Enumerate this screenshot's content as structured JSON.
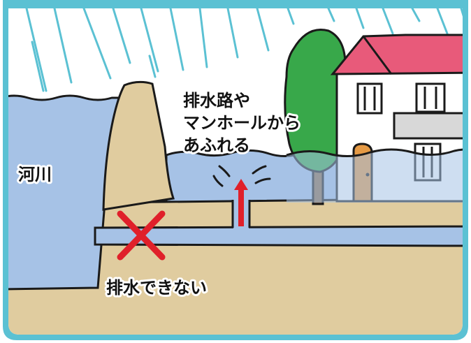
{
  "labels": {
    "river": "河川",
    "overflow_line1": "排水路や",
    "overflow_line2": "マンホールから",
    "overflow_line3": "あふれる",
    "cannot_drain": "排水できない"
  },
  "colors": {
    "frame": "#5bc1d3",
    "water": "#a6c2e6",
    "ground": "#e0cc9f",
    "levee": "#e0cc9f",
    "pipe": "#a6c2e6",
    "x_mark": "#e0202a",
    "arrow": "#e0202a",
    "roof": "#e85a7a",
    "house_wall": "#ffffff",
    "door": "#e59a45",
    "tree_leaves": "#38a84a",
    "tree_trunk": "#8a6a4a",
    "rain": "#5bc1d3"
  }
}
